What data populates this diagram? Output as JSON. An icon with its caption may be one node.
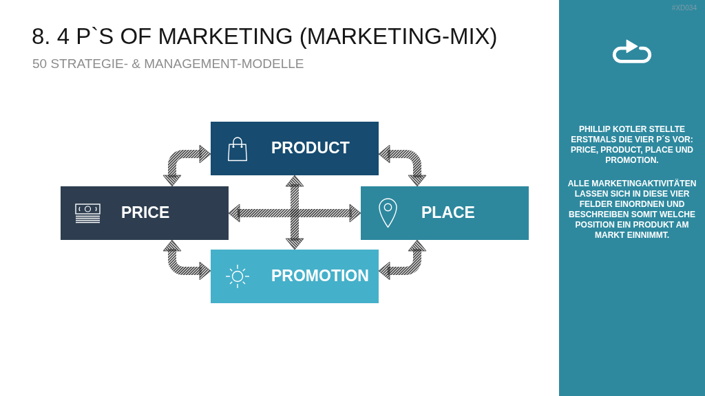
{
  "diagram": {
    "title": "8. 4 P`S OF MARKETING (MARKETING-MIX)",
    "nodes": [
      {
        "text": [
          "PRODUCT"
        ]
      },
      {
        "text": [
          "PRICE"
        ]
      },
      {
        "text": [
          "PLACE"
        ]
      },
      {
        "text": [
          "PROMOTION"
        ]
      },
      {
        "text": [
          "PHILLIP KOTLER STELLTE ERSTMALS DIE VIER P´S VOR: PRICE, PRODUCT, PLACE UND PROMOTION.",
          "ALLE MARKETINGAKTIVITÄTEN LASSEN SICH IN DIESE VIER FELDER EINORDNEN UND BESCHREIBEN SOMIT WELCHE POSITION EIN PRODUKT AM MARKT EINNIMMT."
        ]
      }
    ],
    "edges": [
      {
        "from": 0,
        "to": 1,
        "arrow": "both"
      },
      {
        "from": 0,
        "to": 2,
        "arrow": "both"
      },
      {
        "from": 1,
        "to": 2,
        "arrow": "both"
      },
      {
        "from": 0,
        "to": 3,
        "arrow": "both"
      },
      {
        "from": 1,
        "to": 3,
        "arrow": "both"
      },
      {
        "from": 2,
        "to": 3,
        "arrow": "both"
      }
    ],
    "labels": [
      "#XD034",
      "50 STRATEGIE- & MANAGEMENT-MODELLE"
    ]
  }
}
